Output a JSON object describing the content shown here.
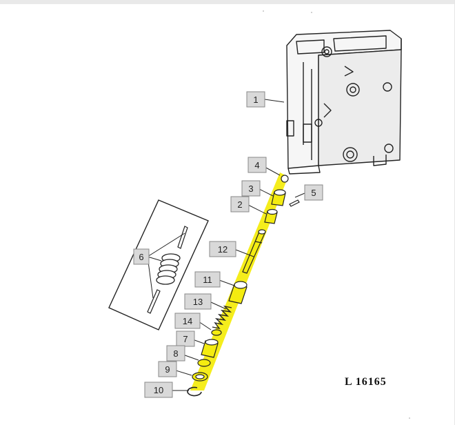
{
  "callouts": {
    "c1": "1",
    "c2": "2",
    "c3": "3",
    "c4": "4",
    "c5": "5",
    "c6": "6",
    "c7": "7",
    "c8": "8",
    "c9": "9",
    "c10": "10",
    "c11": "11",
    "c12": "12",
    "c13": "13",
    "c14": "14"
  },
  "figure_ref": "L 16165",
  "colors": {
    "highlight": "#f4ec10",
    "callout_box": "#d9d9d9",
    "line": "#222222"
  }
}
